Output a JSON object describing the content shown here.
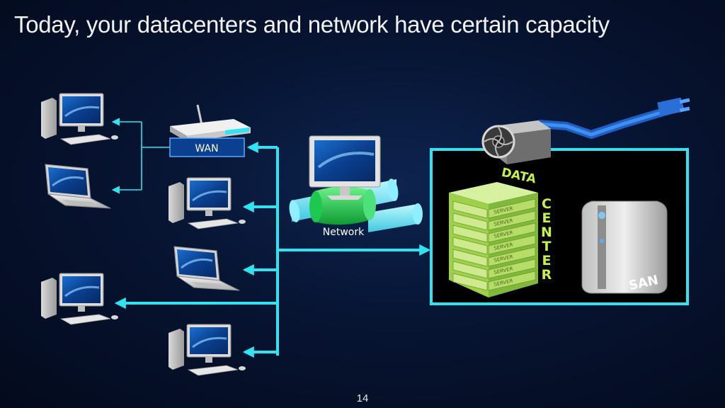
{
  "slide": {
    "title": "Today, your datacenters and network have certain capacity",
    "page_number": "14"
  },
  "labels": {
    "wan": "WAN",
    "network": "Network",
    "data": "DATA",
    "center_letters": [
      "C",
      "E",
      "N",
      "T",
      "E",
      "R"
    ],
    "server": "SERVER",
    "san": "SAN"
  },
  "colors": {
    "link": "#2fe3f0",
    "datacenter_border": "#2fe3f0",
    "server_rack": "#a8d94a",
    "data_text": "#c6f04a",
    "pipe_green": "#1ec850",
    "power_cable": "#2a6fd8"
  }
}
